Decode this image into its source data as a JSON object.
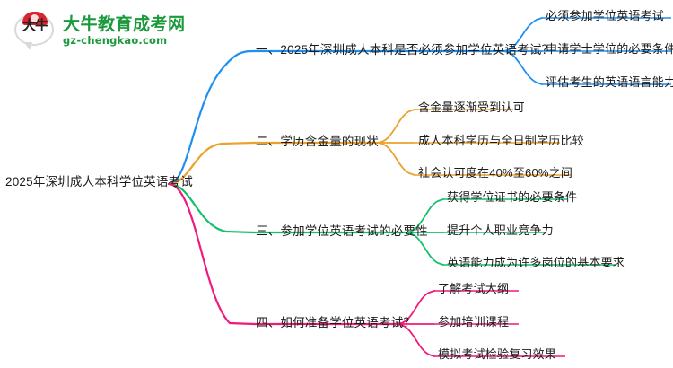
{
  "logo": {
    "mark_text": "大牛",
    "name": "大牛教育成考网",
    "url": "gz-chengkao.com",
    "brand_green": "#1a9a3c",
    "brand_red": "#d9262e"
  },
  "mindmap": {
    "type": "mindmap",
    "root": {
      "label": "2025年深圳成人本科学位英语考试"
    },
    "branches": [
      {
        "id": "branch-1",
        "label": "一、2025年深圳成人本科是否必须参加学位英语考试？",
        "color": "#1f8ff0",
        "children": [
          {
            "label": "必须参加学位英语考试"
          },
          {
            "label": "申请学士学位的必要条件"
          },
          {
            "label": "评估考生的英语语言能力"
          }
        ]
      },
      {
        "id": "branch-2",
        "label": "二、学历含金量的现状",
        "color": "#eba12c",
        "children": [
          {
            "label": "含金量逐渐受到认可"
          },
          {
            "label": "成人本科学历与全日制学历比较"
          },
          {
            "label": "社会认可度在40%至60%之间"
          }
        ]
      },
      {
        "id": "branch-3",
        "label": "三、参加学位英语考试的必要性",
        "color": "#16bf6b",
        "children": [
          {
            "label": "获得学位证书的必要条件"
          },
          {
            "label": "提升个人职业竞争力"
          },
          {
            "label": "英语能力成为许多岗位的基本要求"
          }
        ]
      },
      {
        "id": "branch-4",
        "label": "四、如何准备学位英语考试？",
        "color": "#f0197d",
        "children": [
          {
            "label": "了解考试大纲"
          },
          {
            "label": "参加培训课程"
          },
          {
            "label": "模拟考试检验复习效果"
          }
        ]
      }
    ]
  }
}
